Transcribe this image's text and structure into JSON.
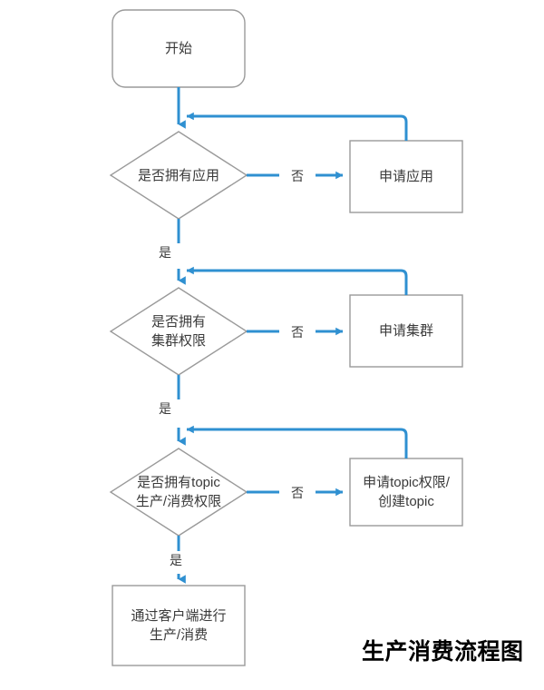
{
  "diagram": {
    "title": "生产消费流程图",
    "colors": {
      "connector": "#2f90d1",
      "node_border": "#9a9a9a",
      "node_fill": "#ffffff",
      "text": "#3a3a3a",
      "title_text": "#000000",
      "background": "#ffffff"
    },
    "nodes": [
      {
        "id": "start",
        "shape": "rounded-rectangle",
        "label": "开始",
        "lines": [
          "开始"
        ]
      },
      {
        "id": "decision-app",
        "shape": "diamond",
        "label": "是否拥有应用",
        "lines": [
          "是否拥有应用"
        ]
      },
      {
        "id": "apply-app",
        "shape": "rectangle",
        "label": "申请应用",
        "lines": [
          "申请应用"
        ]
      },
      {
        "id": "decision-cluster",
        "shape": "diamond",
        "label": "是否拥有集群权限",
        "lines": [
          "是否拥有",
          "集群权限"
        ]
      },
      {
        "id": "apply-cluster",
        "shape": "rectangle",
        "label": "申请集群",
        "lines": [
          "申请集群"
        ]
      },
      {
        "id": "decision-topic",
        "shape": "diamond",
        "label": "是否拥有topic生产/消费权限",
        "lines": [
          "是否拥有topic",
          "生产/消费权限"
        ]
      },
      {
        "id": "apply-topic",
        "shape": "rectangle",
        "label": "申请topic权限/创建topic",
        "lines": [
          "申请topic权限/",
          "创建topic"
        ]
      },
      {
        "id": "end",
        "shape": "rectangle",
        "label": "通过客户端进行生产/消费",
        "lines": [
          "通过客户端进行",
          "生产/消费"
        ]
      }
    ],
    "edge_labels": {
      "no": "否",
      "yes": "是"
    },
    "edges": [
      {
        "from": "start",
        "to": "decision-app",
        "label": ""
      },
      {
        "from": "decision-app",
        "to": "apply-app",
        "label": "否"
      },
      {
        "from": "apply-app",
        "to": "decision-app",
        "label": ""
      },
      {
        "from": "decision-app",
        "to": "decision-cluster",
        "label": "是"
      },
      {
        "from": "decision-cluster",
        "to": "apply-cluster",
        "label": "否"
      },
      {
        "from": "apply-cluster",
        "to": "decision-cluster",
        "label": ""
      },
      {
        "from": "decision-cluster",
        "to": "decision-topic",
        "label": "是"
      },
      {
        "from": "decision-topic",
        "to": "apply-topic",
        "label": "否"
      },
      {
        "from": "apply-topic",
        "to": "decision-topic",
        "label": ""
      },
      {
        "from": "decision-topic",
        "to": "end",
        "label": "是"
      }
    ]
  }
}
